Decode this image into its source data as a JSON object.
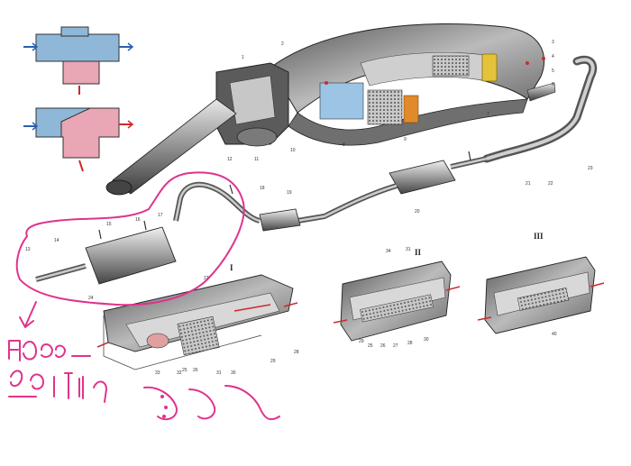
{
  "colors": {
    "metal_dark": "#3b3b3b",
    "metal_mid": "#8a8a8a",
    "metal_light": "#d6d6d6",
    "chamber_blue": "#8fb7d8",
    "chamber_pink": "#e9a6b4",
    "accent_red": "#cc2a2a",
    "accent_orange": "#e08a2a",
    "accent_yellow": "#e4c23a",
    "pen_magenta": "#e0338c"
  },
  "section_labels": {
    "one": "I",
    "two": "II",
    "three": "III"
  },
  "callouts": {
    "heat_exchanger_top": [
      "1",
      "2",
      "3",
      "4",
      "5",
      "6",
      "7",
      "8",
      "9",
      "10",
      "11",
      "12"
    ],
    "exhaust_main": [
      "13",
      "14",
      "15",
      "16",
      "17",
      "18",
      "19",
      "20",
      "21",
      "22",
      "23"
    ],
    "section_one": [
      "24",
      "25",
      "26",
      "27",
      "28",
      "29",
      "30",
      "31",
      "32",
      "33"
    ],
    "section_two": [
      "25",
      "26",
      "27",
      "28",
      "29",
      "30",
      "31",
      "34"
    ],
    "section_three": [
      "40"
    ]
  }
}
